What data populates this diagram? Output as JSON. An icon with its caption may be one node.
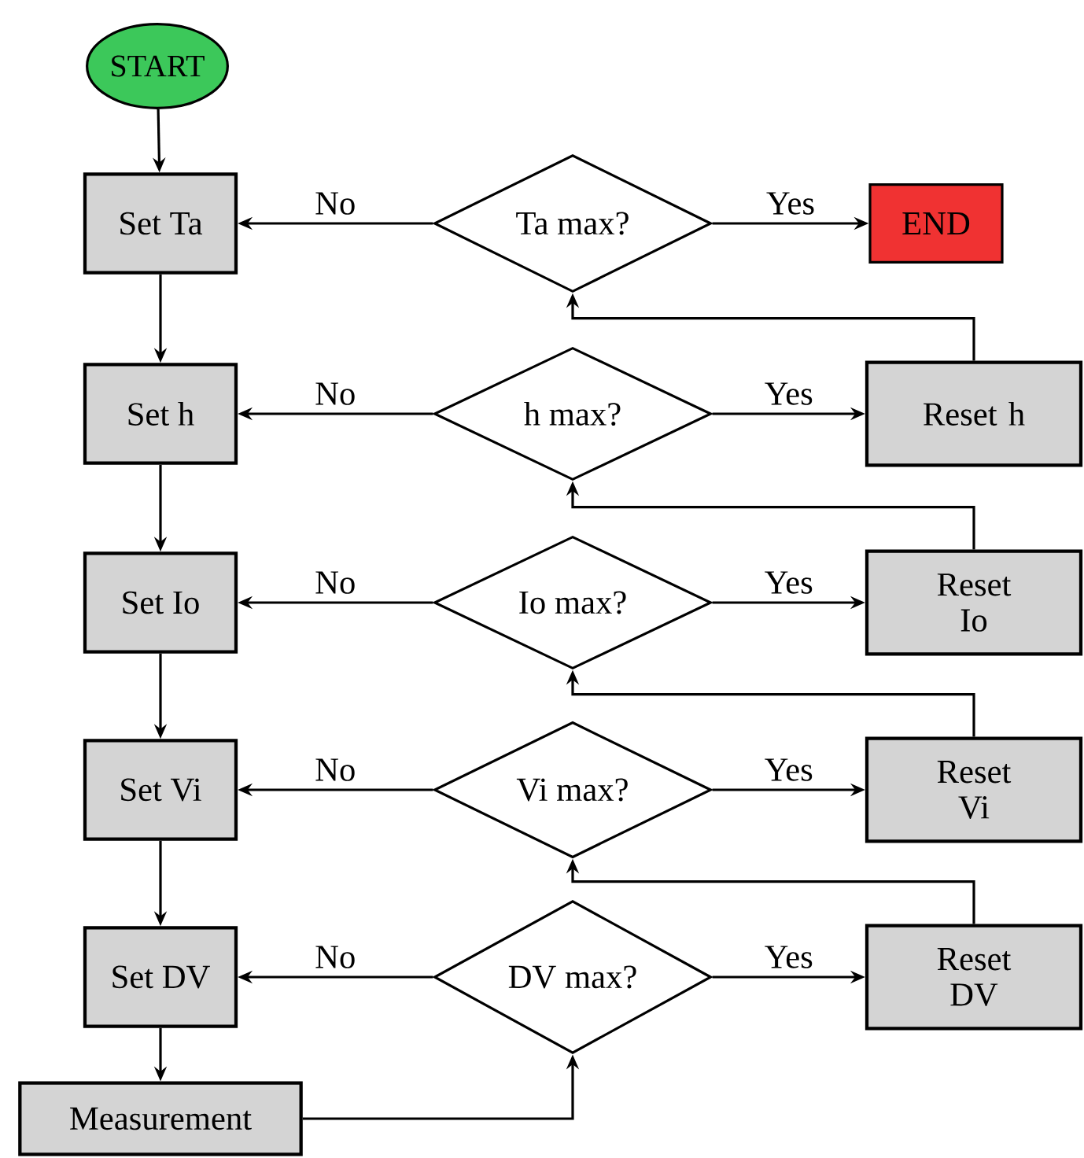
{
  "diagram": {
    "nodes": [
      {
        "text": [
          "START"
        ]
      },
      {
        "text": [
          "Set Ta"
        ]
      },
      {
        "text": [
          "Ta max?"
        ]
      },
      {
        "text": [
          "END"
        ]
      },
      {
        "text": [
          "Set h"
        ]
      },
      {
        "text": [
          "h max?"
        ]
      },
      {
        "text": [
          "Reset h"
        ]
      },
      {
        "text": [
          "Set Io"
        ]
      },
      {
        "text": [
          "Io max?"
        ]
      },
      {
        "text": [
          "Reset Io"
        ]
      },
      {
        "text": [
          "Set Vi"
        ]
      },
      {
        "text": [
          "Vi max?"
        ]
      },
      {
        "text": [
          "Reset Vi"
        ]
      },
      {
        "text": [
          "Set DV"
        ]
      },
      {
        "text": [
          "DV max?"
        ]
      },
      {
        "text": [
          "Reset DV"
        ]
      },
      {
        "text": [
          "Measurement"
        ]
      }
    ],
    "edges": [
      {
        "from": 0,
        "to": 1,
        "arrow": "to"
      },
      {
        "from": 2,
        "to": 1,
        "arrow": "to",
        "label": "No"
      },
      {
        "from": 2,
        "to": 3,
        "arrow": "to",
        "label": "Yes"
      },
      {
        "from": 1,
        "to": 4,
        "arrow": "to"
      },
      {
        "from": 5,
        "to": 4,
        "arrow": "to",
        "label": "No"
      },
      {
        "from": 5,
        "to": 6,
        "arrow": "to",
        "label": "Yes"
      },
      {
        "from": 6,
        "to": 2,
        "arrow": "to"
      },
      {
        "from": 4,
        "to": 7,
        "arrow": "to"
      },
      {
        "from": 8,
        "to": 7,
        "arrow": "to",
        "label": "No"
      },
      {
        "from": 8,
        "to": 9,
        "arrow": "to",
        "label": "Yes"
      },
      {
        "from": 9,
        "to": 5,
        "arrow": "to"
      },
      {
        "from": 7,
        "to": 10,
        "arrow": "to"
      },
      {
        "from": 11,
        "to": 10,
        "arrow": "to",
        "label": "No"
      },
      {
        "from": 11,
        "to": 12,
        "arrow": "to",
        "label": "Yes"
      },
      {
        "from": 12,
        "to": 8,
        "arrow": "to"
      },
      {
        "from": 10,
        "to": 13,
        "arrow": "to"
      },
      {
        "from": 14,
        "to": 13,
        "arrow": "to",
        "label": "No"
      },
      {
        "from": 14,
        "to": 15,
        "arrow": "to",
        "label": "Yes"
      },
      {
        "from": 15,
        "to": 11,
        "arrow": "to"
      },
      {
        "from": 13,
        "to": 16,
        "arrow": "to"
      },
      {
        "from": 16,
        "to": 14,
        "arrow": "to"
      }
    ]
  }
}
